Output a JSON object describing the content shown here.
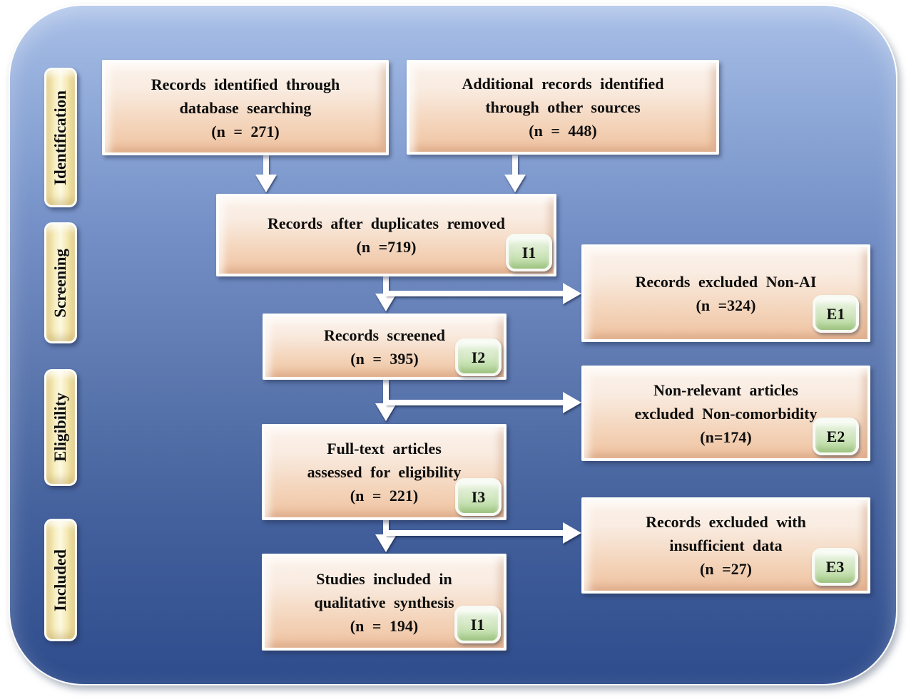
{
  "stages": [
    {
      "label": "Identification"
    },
    {
      "label": "Screening"
    },
    {
      "label": "Eligibility"
    },
    {
      "label": "Included"
    }
  ],
  "nodes": [
    {
      "id": "records-database-searching",
      "lines": [
        "Records identified through",
        "database searching",
        "(n = 271)"
      ],
      "badge": null
    },
    {
      "id": "additional-records-other-sources",
      "lines": [
        "Additional records identified",
        "through other sources",
        "(n = 448)"
      ],
      "badge": null
    },
    {
      "id": "records-after-duplicates-removed",
      "lines": [
        "Records after duplicates removed",
        "(n =719)"
      ],
      "badge": "I1"
    },
    {
      "id": "records-excluded-non-ai",
      "lines": [
        "Records excluded Non-AI",
        "(n =324)"
      ],
      "badge": "E1"
    },
    {
      "id": "records-screened",
      "lines": [
        "Records screened",
        "(n = 395)"
      ],
      "badge": "I2"
    },
    {
      "id": "non-relevant-articles-excluded",
      "lines": [
        "Non-relevant articles",
        "excluded Non-comorbidity",
        "(n=174)"
      ],
      "badge": "E2"
    },
    {
      "id": "full-text-articles-assessed",
      "lines": [
        "Full-text articles",
        "assessed for eligibility",
        "(n = 221)"
      ],
      "badge": "I3"
    },
    {
      "id": "records-excluded-insufficient-data",
      "lines": [
        "Records excluded with",
        "insufficient data",
        "(n =27)"
      ],
      "badge": "E3"
    },
    {
      "id": "studies-included-qualitative-synthesis",
      "lines": [
        "Studies included in",
        "qualitative synthesis",
        "(n = 194)"
      ],
      "badge": "I1"
    }
  ],
  "colors": {
    "panel_gradient_top": "#a8bfe7",
    "panel_gradient_bottom": "#2e4c8c",
    "node_fill_top": "#fcf3ec",
    "node_fill_bottom": "#efc2a0",
    "badge_fill": "#b2d697",
    "stage_fill": "#fdf8e0",
    "arrow": "#ffffff",
    "text": "#0d0d0d"
  }
}
